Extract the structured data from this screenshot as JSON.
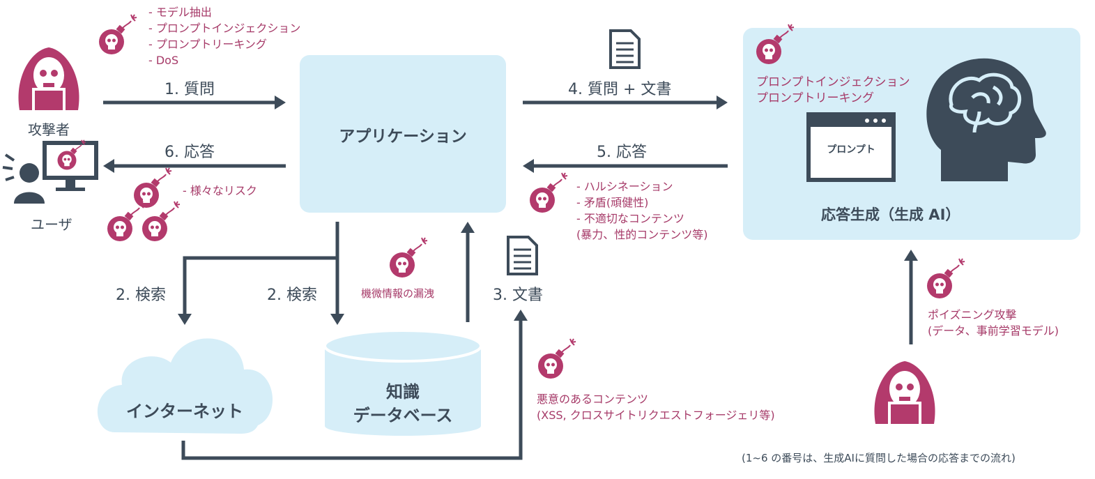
{
  "actors": {
    "attacker_label": "攻撃者",
    "user_label": "ユーザ"
  },
  "nodes": {
    "application": "アプリケーション",
    "llm": "応答生成（生成 AI）",
    "prompt": "プロンプト",
    "internet": "インターネット",
    "kb_line1": "知識",
    "kb_line2": "データベース"
  },
  "flows": {
    "f1": "1. 質問",
    "f2a": "2. 検索",
    "f2b": "2. 検索",
    "f3": "3. 文書",
    "f4": "4. 質問 + 文書",
    "f5": "5. 応答",
    "f6": "6. 応答"
  },
  "risks": {
    "attacker": [
      "-  モデル抽出",
      "-  プロンプトインジェクション",
      "-  プロンプトリーキング",
      "-  DoS"
    ],
    "llm": [
      "プロンプトインジェクション",
      "プロンプトリーキング"
    ],
    "output": [
      "- ハルシネーション",
      "- 矛盾(頑健性)",
      "- 不適切なコンテンツ",
      "(暴力、性的コンテンツ等)"
    ],
    "user": "- 様々なリスク",
    "leak": "機微情報の漏洩",
    "malicious": [
      "悪意のあるコンテンツ",
      "(XSS, クロスサイトリクエストフォージェリ等)"
    ],
    "poisoning": [
      "ポイズニング攻撃",
      "(データ、事前学習モデル)"
    ]
  },
  "footnote": "(1~6 の番号は、生成AIに質問した場合の応答までの流れ)",
  "colors": {
    "arrow": "#3d4b59",
    "risk": "#a63a68",
    "box": "#d6eef8",
    "icon_dark": "#3d4b59",
    "icon_pink": "#b33a6c"
  },
  "icons": [
    "hooded-attacker-icon",
    "user-computer-icon",
    "skull-bomb-icon",
    "document-icon",
    "brain-head-icon",
    "prompt-window-icon",
    "cloud-icon",
    "database-icon"
  ]
}
